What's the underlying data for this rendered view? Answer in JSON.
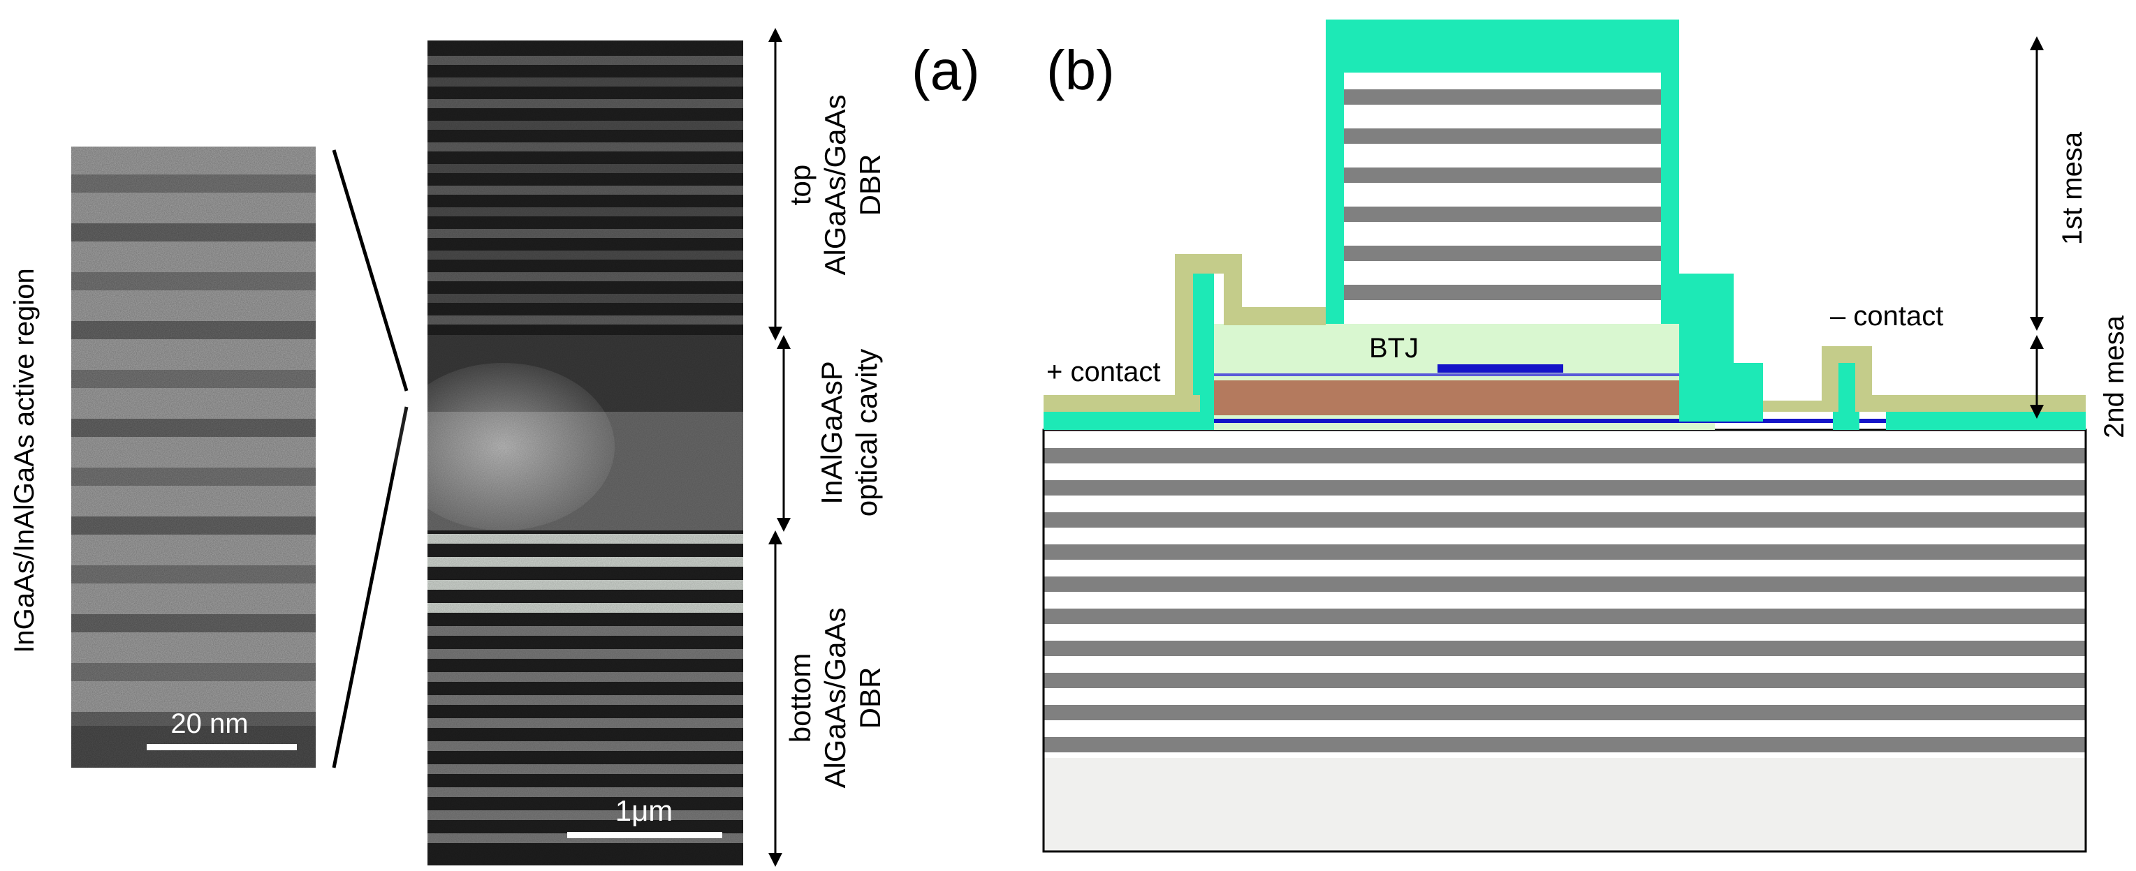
{
  "panel_a": {
    "label": "(a)",
    "zoom_vertical_label": "InGaAs/InAlGaAs active region",
    "zoom_scale_bar": "20 nm",
    "tem_scale_bar": "1μm",
    "regions": [
      {
        "lines": [
          "top",
          "AlGaAs/GaAs",
          "DBR"
        ]
      },
      {
        "lines": [
          "InAlGaAsP",
          "optical cavity"
        ]
      },
      {
        "lines": [
          "bottom",
          "AlGaAs/GaAs",
          "DBR"
        ]
      }
    ]
  },
  "panel_b": {
    "label": "(b)",
    "plus_contact": "+ contact",
    "minus_contact": "– contact",
    "btj": "BTJ",
    "first_mesa": "1st mesa",
    "second_mesa": "2nd mesa"
  },
  "colors": {
    "passivation": "#1de9b6",
    "contact_metal": "#c4cc8a",
    "cavity": "#d9f7d0",
    "active": "#b47a5e",
    "tunnel_junction": "#1414c8",
    "dbr_dark": "#808080",
    "substrate": "#f0f0ee"
  }
}
